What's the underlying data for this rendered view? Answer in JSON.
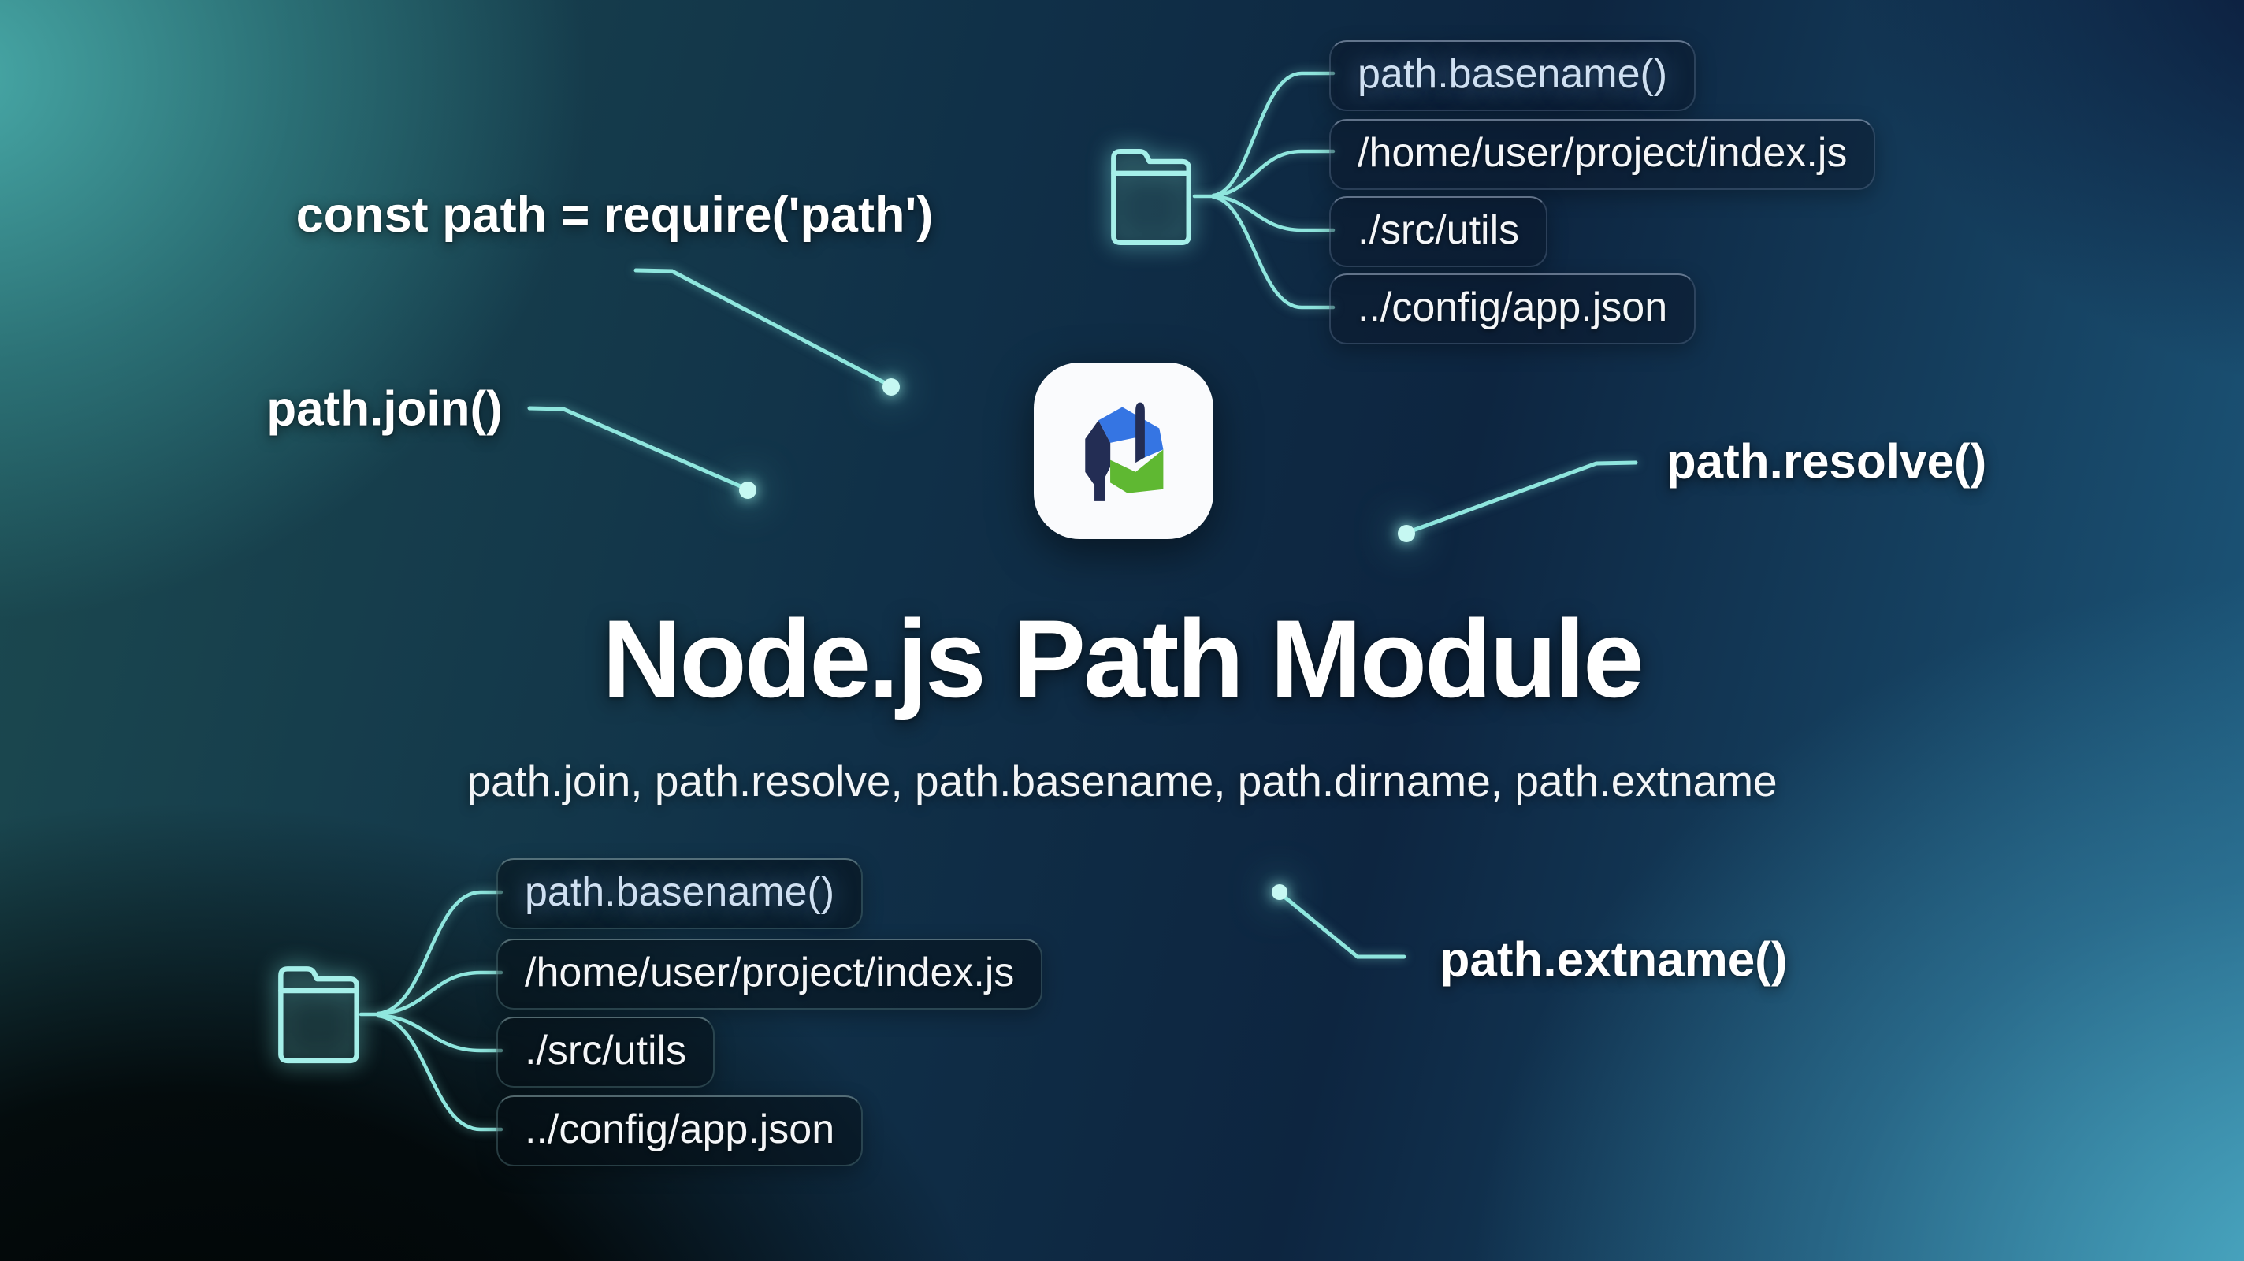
{
  "page": {
    "title": "Node.js Path Module",
    "subtitle": "path.join, path.resolve, path.basename, path.dirname, path.extname"
  },
  "labels": {
    "require": "const path = require('path')",
    "join": "path.join()",
    "resolve": "path.resolve()",
    "extname": "path.extname()"
  },
  "top_right_branch": {
    "items": [
      {
        "label": "path.basename()"
      },
      {
        "label": "/home/user/project/index.js"
      },
      {
        "label": "./src/utils"
      },
      {
        "label": "../config/app.json"
      }
    ]
  },
  "bottom_left_branch": {
    "items": [
      {
        "label": "path.basename()"
      },
      {
        "label": "/home/user/project/index.js"
      },
      {
        "label": "./src/utils"
      },
      {
        "label": "../config/app.json"
      }
    ]
  },
  "icons": {
    "folder_top_right": "folder-icon",
    "folder_bottom_left": "folder-icon",
    "logo": "path-module-logo"
  },
  "colors": {
    "connector_line": "#8fe6de",
    "endpoint_dot": "#c6f8f2",
    "folder_stroke": "#a5efe9",
    "accent_chip_text": "#cfe0f2",
    "logo_navy": "#232d54",
    "logo_blue": "#3575e3",
    "logo_green": "#5fb832",
    "logo_green_dark": "#4f9d26",
    "background_teal": "#4aacab",
    "background_navy": "#0c1c30",
    "background_blue": "#50b2ca"
  }
}
